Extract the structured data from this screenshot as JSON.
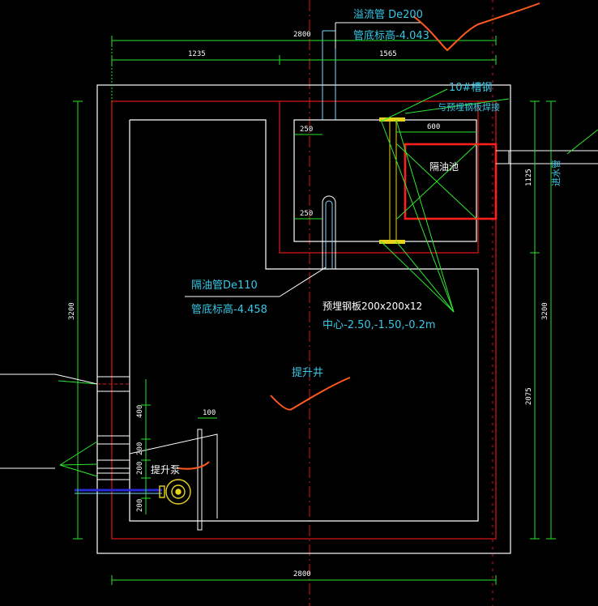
{
  "dimensions": {
    "top_total": "2800",
    "top_left": "1235",
    "top_right": "1565",
    "left_total": "3200",
    "right_total": "3200",
    "right_upper": "1125",
    "right_lower": "2075",
    "bottom_total": "2800",
    "box_top_width": "250",
    "box_mid_width": "250",
    "box_right_width": "600",
    "pump_side_100": "100",
    "pump_400": "400",
    "pump_200_a": "200",
    "pump_200_b": "200",
    "pump_200_c": "200"
  },
  "labels": {
    "overflow_pipe": "溢流管 De200",
    "overflow_elevation": "管底标高-4.043",
    "channel_steel": "10#槽钢",
    "weld_note": "与预埋钢板焊接",
    "grease_tank": "隔油池",
    "inlet_pipe": "进水管",
    "grease_pipe": "隔油管De110",
    "grease_elevation": "管底标高-4.458",
    "embed_plate": "预埋钢板200x200x12",
    "embed_center": "中心-2.50,-1.50,-0.2m",
    "lift_well": "提升井",
    "lift_pump": "提升泵"
  },
  "colors": {
    "background": "#000000",
    "outline": "#ffffff",
    "dimension": "#28e628",
    "annotation_line": "#2ee82e",
    "text_cyan": "#39c7e6",
    "red_wall": "#e01818",
    "highlight_red": "#ff1e1e",
    "markup_orange": "#ff5a1e",
    "pipe_cyan": "#7fd8ff",
    "pump_yellow": "#e8d31c",
    "pipe_blue": "#2a2ad8"
  }
}
